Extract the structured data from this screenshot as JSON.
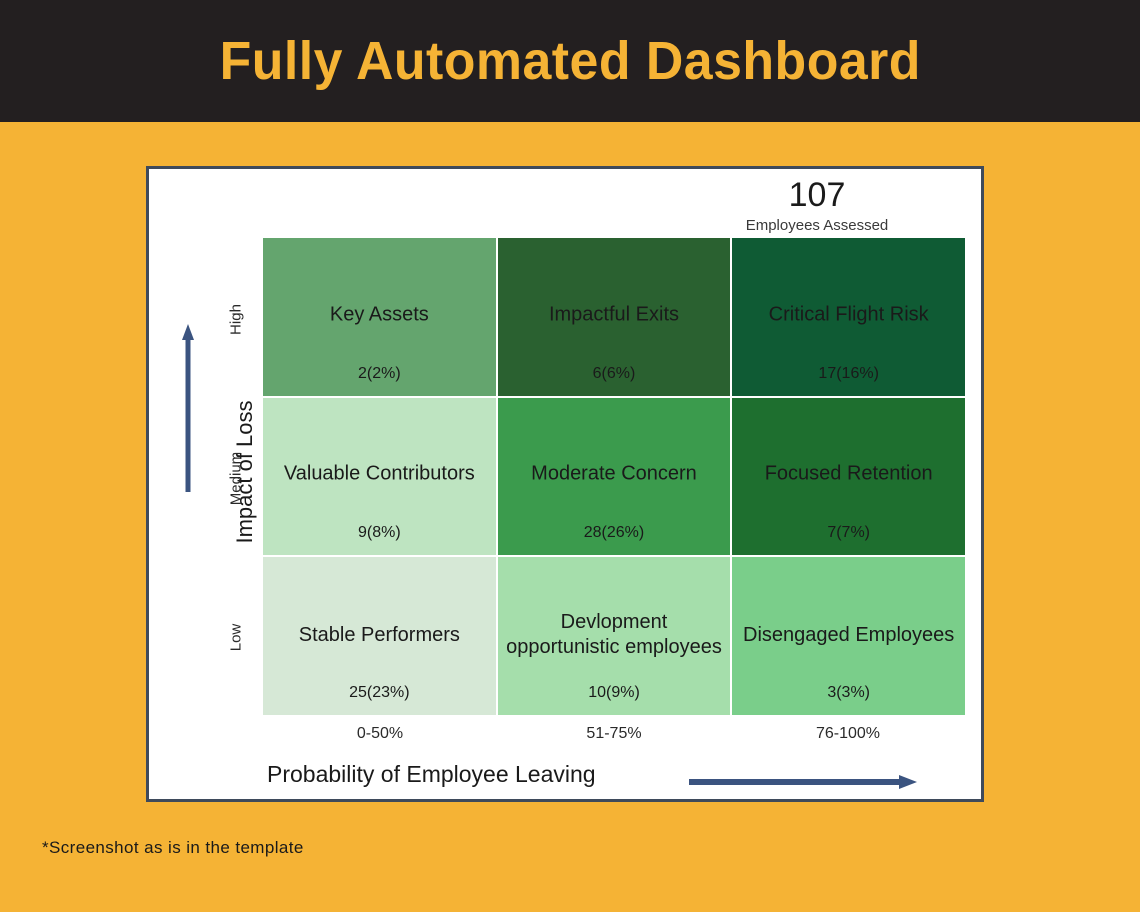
{
  "header": {
    "title": "Fully Automated Dashboard",
    "background": "#231F20",
    "text_color": "#F5B335"
  },
  "page": {
    "background": "#F5B335",
    "card_background": "#FFFFFF",
    "card_border": "#3E4A5B"
  },
  "kpi": {
    "value": "107",
    "label": "Employees Assessed"
  },
  "footnote": {
    "text": "*Screenshot as is in the template"
  },
  "axes": {
    "y_title": "Impact of Loss",
    "y_ticks": [
      "High",
      "Medium",
      "Low"
    ],
    "x_title": "Probability of Employee Leaving",
    "x_ticks": [
      "0-50%",
      "51-75%",
      "76-100%"
    ],
    "arrow_color": "#3B5480"
  },
  "chart_data": {
    "type": "heatmap",
    "title": "Fully Automated Dashboard",
    "xlabel": "Probability of Employee Leaving",
    "ylabel": "Impact of Loss",
    "categories_x": [
      "0-50%",
      "51-75%",
      "76-100%"
    ],
    "categories_y": [
      "High",
      "Medium",
      "Low"
    ],
    "total": 107,
    "total_label": "Employees Assessed",
    "legend": "none",
    "grid": false,
    "cells": [
      {
        "row": "High",
        "col": "0-50%",
        "label": "Key Assets",
        "count": 2,
        "percent": 2,
        "value_text": "2(2%)",
        "color": "#64A56E"
      },
      {
        "row": "High",
        "col": "51-75%",
        "label": "Impactful Exits",
        "count": 6,
        "percent": 6,
        "value_text": "6(6%)",
        "color": "#2A6130"
      },
      {
        "row": "High",
        "col": "76-100%",
        "label": "Critical Flight Risk",
        "count": 17,
        "percent": 16,
        "value_text": "17(16%)",
        "color": "#0F5B34"
      },
      {
        "row": "Medium",
        "col": "0-50%",
        "label": "Valuable Contributors",
        "count": 9,
        "percent": 8,
        "value_text": "9(8%)",
        "color": "#BEE4C1"
      },
      {
        "row": "Medium",
        "col": "51-75%",
        "label": "Moderate Concern",
        "count": 28,
        "percent": 26,
        "value_text": "28(26%)",
        "color": "#3B9B4D"
      },
      {
        "row": "Medium",
        "col": "76-100%",
        "label": "Focused Retention",
        "count": 7,
        "percent": 7,
        "value_text": "7(7%)",
        "color": "#1E6F2F"
      },
      {
        "row": "Low",
        "col": "0-50%",
        "label": "Stable Performers",
        "count": 25,
        "percent": 23,
        "value_text": "25(23%)",
        "color": "#D6E8D6"
      },
      {
        "row": "Low",
        "col": "51-75%",
        "label": "Devlopment opportunistic employees",
        "count": 10,
        "percent": 9,
        "value_text": "10(9%)",
        "color": "#A5DEAB"
      },
      {
        "row": "Low",
        "col": "76-100%",
        "label": "Disengaged Employees",
        "count": 3,
        "percent": 3,
        "value_text": "3(3%)",
        "color": "#7ACE8A"
      }
    ]
  }
}
